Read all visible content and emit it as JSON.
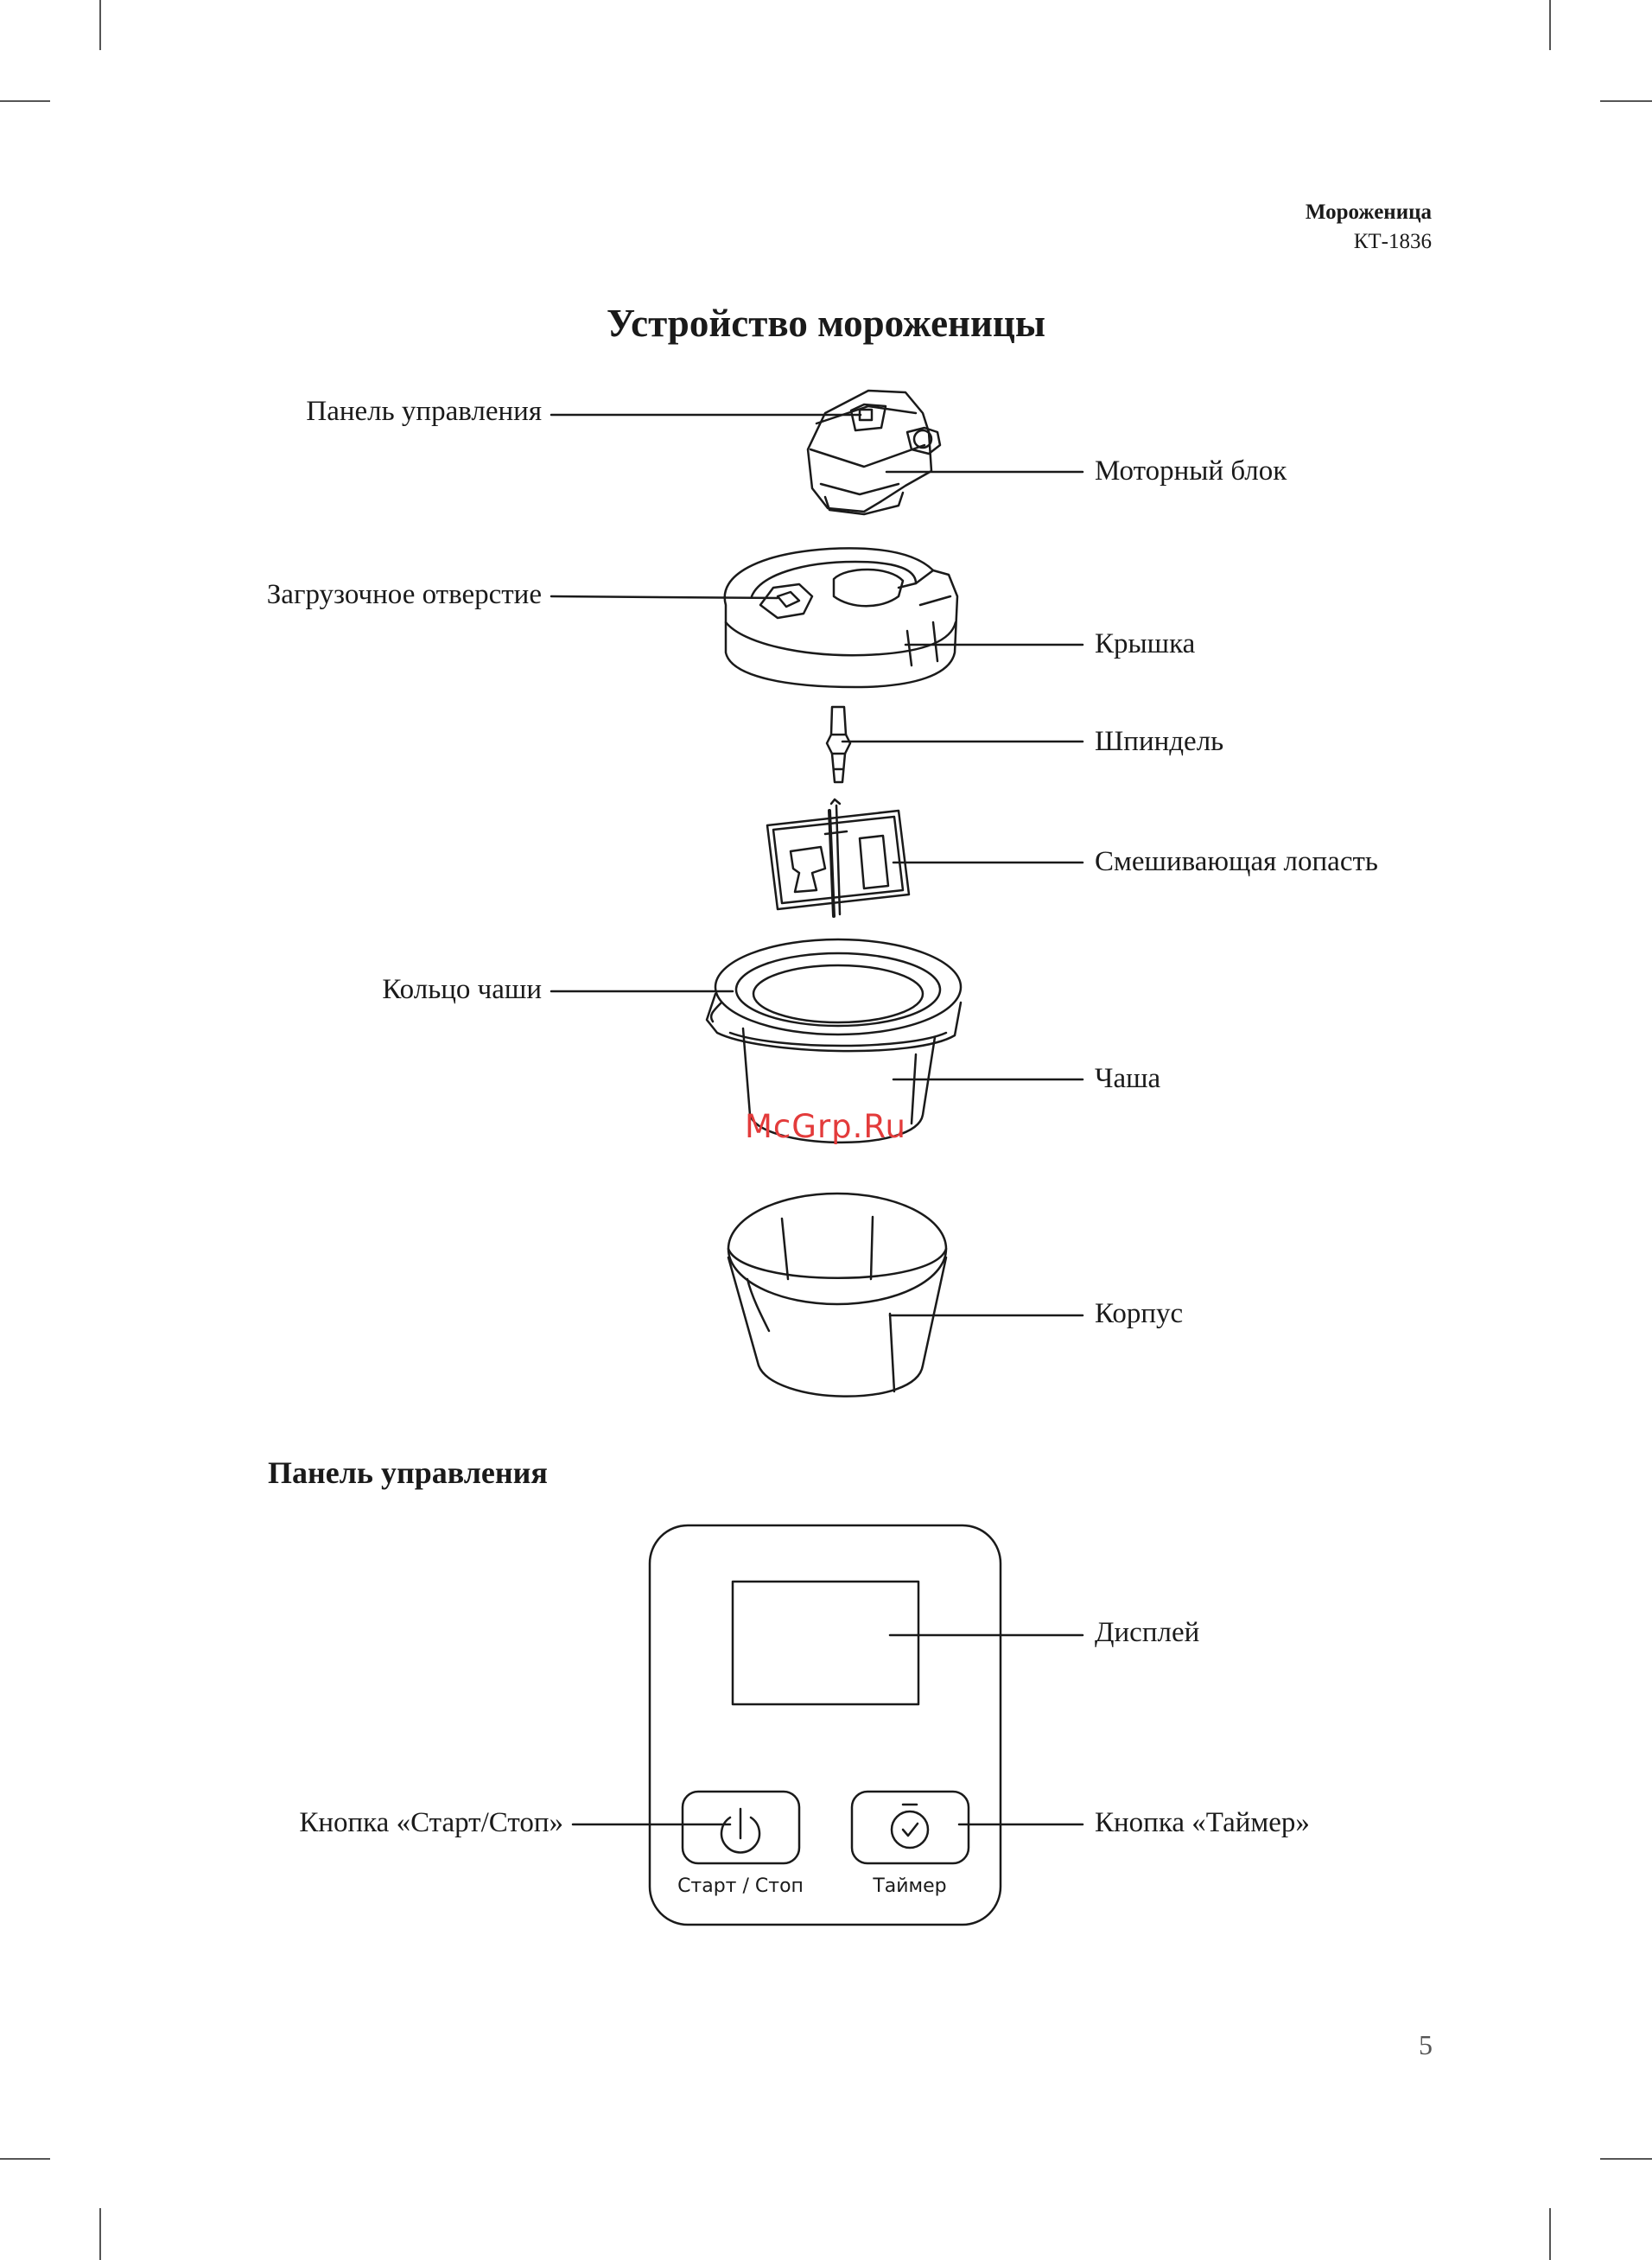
{
  "header": {
    "product": "Мороженица",
    "model": "КТ-1836"
  },
  "title": "Устройство мороженицы",
  "parts": {
    "control_panel": "Панель управления",
    "motor_block": "Моторный блок",
    "feed_hole": "Загрузочное отверстие",
    "lid": "Крышка",
    "spindle": "Шпиндель",
    "paddle": "Смешивающая лопасть",
    "bowl_ring": "Кольцо чаши",
    "bowl": "Чаша",
    "body": "Корпус"
  },
  "panel_section": {
    "title": "Панель управления",
    "display_label": "Дисплей",
    "start_stop_label": "Кнопка «Старт/Стоп»",
    "timer_label": "Кнопка «Таймер»",
    "start_stop_caption": "Старт / Стоп",
    "timer_caption": "Таймер"
  },
  "watermark": "McGrp.Ru",
  "page_number": "5",
  "icons": [
    "power-icon",
    "timer-icon"
  ]
}
